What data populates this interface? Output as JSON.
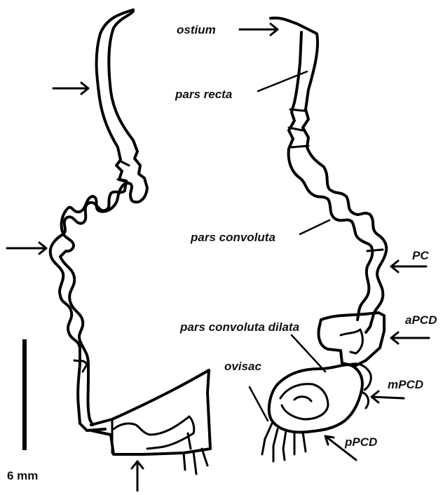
{
  "labels": {
    "ostium": "ostium",
    "pars_recta": "pars recta",
    "pars_convoluta": "pars convoluta",
    "pc": "PC",
    "pars_convoluta_dilata": "pars convoluta dilata",
    "apcd": "aPCD",
    "ovisac": "ovisac",
    "mpcd": "mPCD",
    "ppcd": "pPCD"
  },
  "scale_bar": {
    "label": "6 mm",
    "length_mm": 6
  },
  "colors": {
    "line": "#000000",
    "background": "#ffffff"
  }
}
